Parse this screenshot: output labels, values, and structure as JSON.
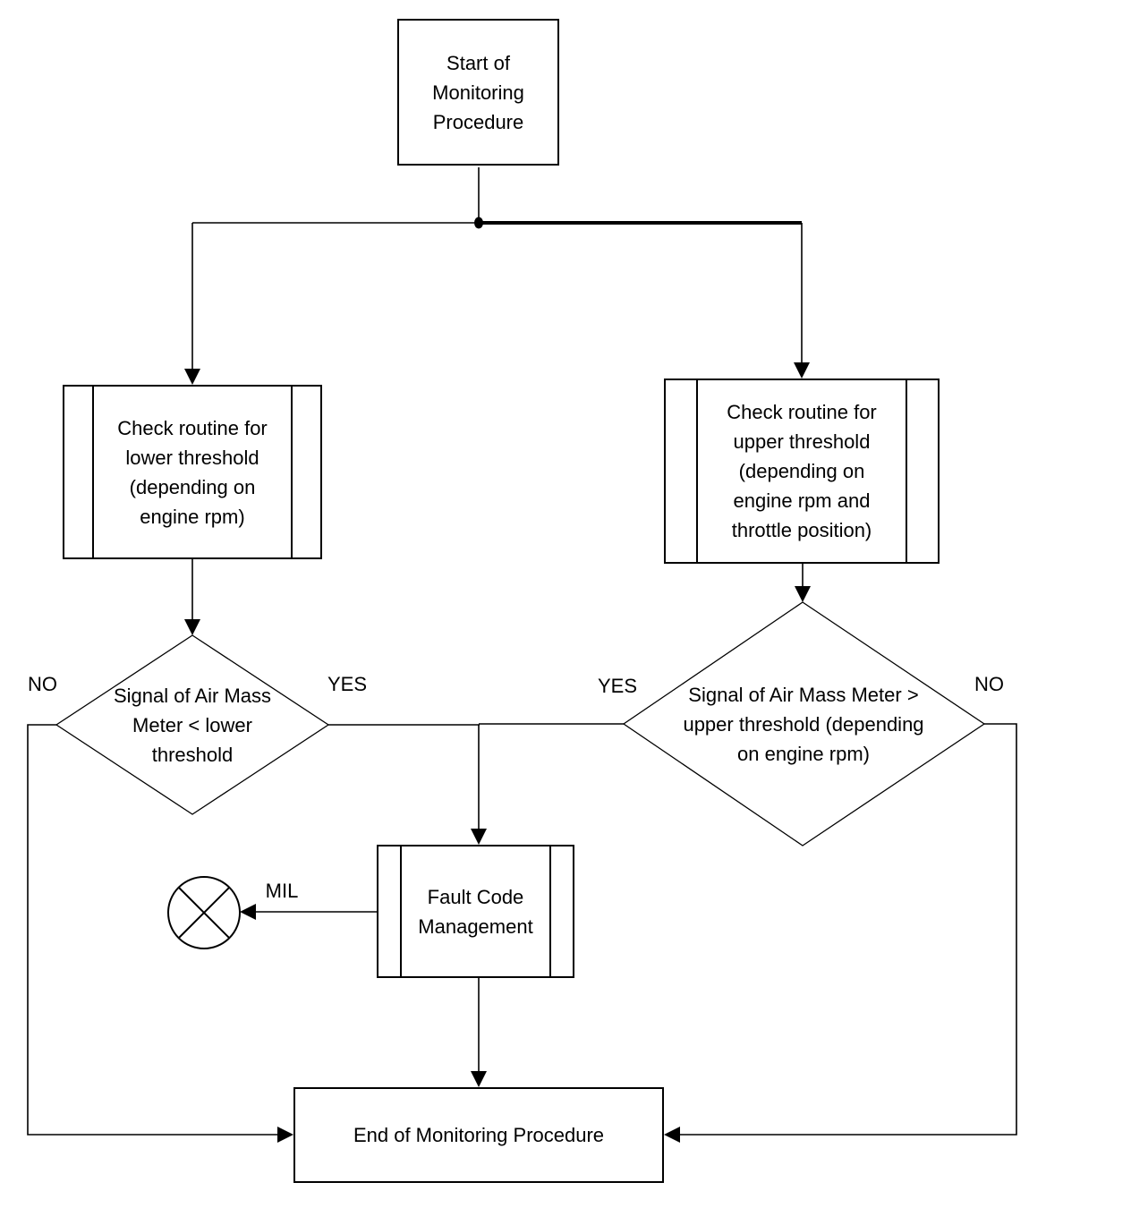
{
  "diagram": {
    "background": "#ffffff",
    "line_color": "#000000",
    "text_color": "#000000",
    "nodes": {
      "start": {
        "shape": "process",
        "label": "Start of\nMonitoring\nProcedure"
      },
      "check_lower": {
        "shape": "predefined-process",
        "label": "Check routine for\nlower threshold\n(depending on\nengine rpm)"
      },
      "check_upper": {
        "shape": "predefined-process",
        "label": "Check routine for\nupper threshold\n(depending on\nengine rpm and\nthrottle position)"
      },
      "decision_lower": {
        "shape": "decision",
        "label": "Signal of Air Mass\nMeter < lower\nthreshold"
      },
      "decision_upper": {
        "shape": "decision",
        "label": "Signal of Air Mass Meter >\nupper threshold (depending\non engine rpm)"
      },
      "fault_code": {
        "shape": "predefined-process",
        "label": "Fault Code\nManagement"
      },
      "end": {
        "shape": "process",
        "label": "End of Monitoring Procedure"
      },
      "mil_lamp": {
        "shape": "lamp-indicator",
        "label": "MIL"
      }
    },
    "edge_labels": {
      "decision_lower_no": "NO",
      "decision_lower_yes": "YES",
      "decision_upper_yes": "YES",
      "decision_upper_no": "NO"
    }
  }
}
